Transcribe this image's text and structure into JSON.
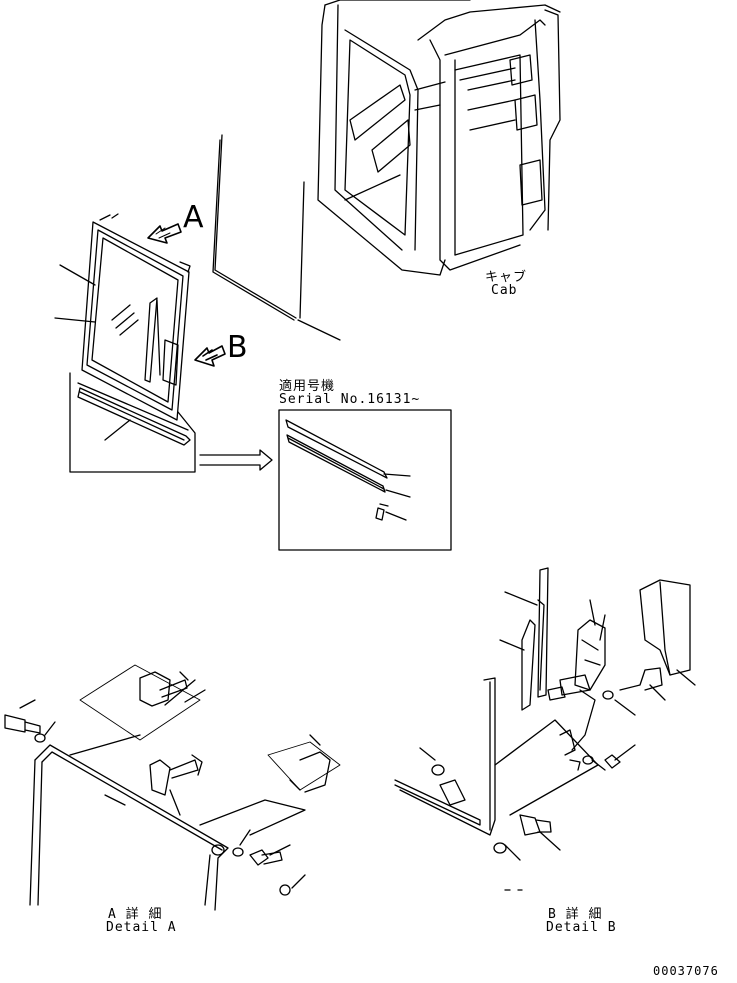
{
  "cab": {
    "label_jp": "キャブ",
    "label_en": "Cab"
  },
  "arrows": {
    "a": "A",
    "b": "B"
  },
  "serial_note": {
    "line1": "適用号機",
    "line2": "Serial No.16131~"
  },
  "detail_a": {
    "label_jp": "A 詳 細",
    "label_en": "Detail A"
  },
  "detail_b": {
    "label_jp": "B 詳 細",
    "label_en": "Detail B"
  },
  "drawing_number": "00037076"
}
